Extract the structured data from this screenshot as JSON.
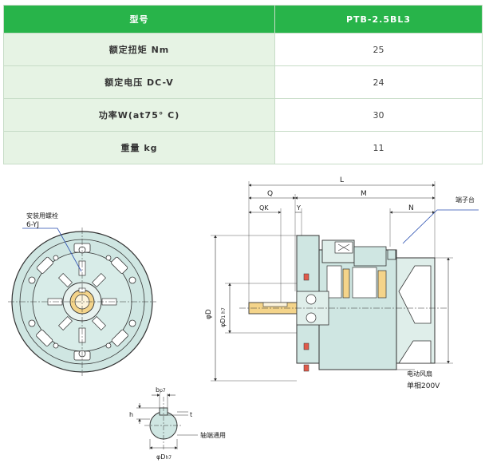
{
  "table": {
    "header_label": "型号",
    "header_value": "PTB-2.5BL3",
    "rows": [
      {
        "label": "额定扭矩 Nm",
        "value": "25"
      },
      {
        "label": "额定电压 DC-V",
        "value": "24"
      },
      {
        "label": "功率W(at75° C)",
        "value": "30"
      },
      {
        "label": "重量 kg",
        "value": "11"
      }
    ]
  },
  "front_view": {
    "bolt_label": "安装用螺栓",
    "bolt_code": "6-YJ"
  },
  "shaft_detail": {
    "b_label": "b",
    "b_sub": "p7",
    "h_label": "h",
    "t_label": "t",
    "d_label": "φD",
    "d_sub": "h7",
    "note": "轴端通用"
  },
  "side_view": {
    "L": "L",
    "Q": "Q",
    "M": "M",
    "QK": "QK",
    "Y": "Y",
    "N": "N",
    "D": "φD",
    "D1": "φD",
    "D1_sub": "1 h7",
    "terminal": "端子台",
    "fan": "电动风扇",
    "phase": "单相200V"
  },
  "colors": {
    "header_green": "#28b44a",
    "label_bg": "#e6f3e4",
    "body_fill": "#cfe6e2",
    "dim_line": "#333333",
    "leader_blue": "#2a4fb0"
  }
}
